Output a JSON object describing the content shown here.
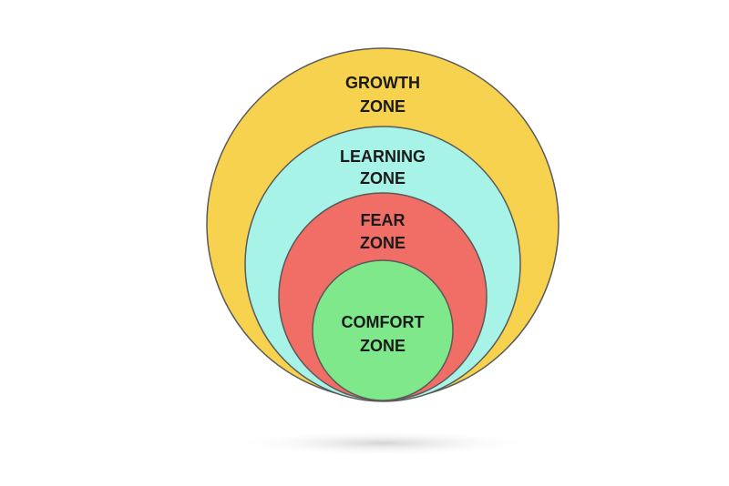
{
  "diagram": {
    "zones": [
      {
        "line1": "GROWTH",
        "line2": "ZONE",
        "color": "#f7d24e"
      },
      {
        "line1": "LEARNING",
        "line2": "ZONE",
        "color": "#a7f3e7"
      },
      {
        "line1": "FEAR",
        "line2": "ZONE",
        "color": "#f06e66"
      },
      {
        "line1": "COMFORT",
        "line2": "ZONE",
        "color": "#7ee88a"
      }
    ],
    "outline_color": "#5a5a5a",
    "shadow_color": "#d9d9d9"
  }
}
